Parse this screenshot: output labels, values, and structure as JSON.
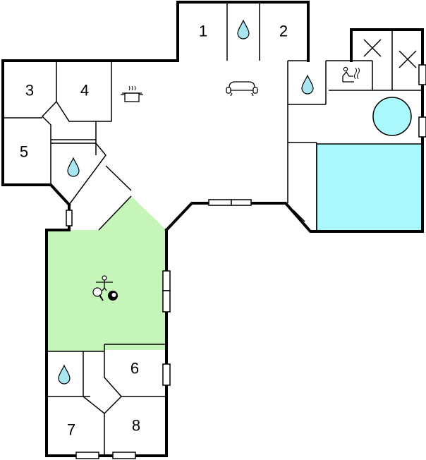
{
  "colors": {
    "games_room": "#c6f5b9",
    "pool": "#aaf8fb",
    "water_drop": "#a9e6f1",
    "wall": "#000000",
    "background": "#ffffff"
  },
  "rooms": [
    {
      "id": "room-1",
      "label": "1"
    },
    {
      "id": "room-2",
      "label": "2"
    },
    {
      "id": "room-3",
      "label": "3"
    },
    {
      "id": "room-4",
      "label": "4"
    },
    {
      "id": "room-5",
      "label": "5"
    },
    {
      "id": "room-6",
      "label": "6"
    },
    {
      "id": "room-7",
      "label": "7"
    },
    {
      "id": "room-8",
      "label": "8"
    }
  ],
  "icons": {
    "bathroom": "water-drop-icon",
    "kitchen": "cooking-pot-icon",
    "living": "sofa-icon",
    "sauna": "sauna-icon",
    "storage": "cross-box-icon",
    "games": "table-tennis-icon",
    "foosball": "foosball-icon",
    "billiards": "billiard-ball-icon",
    "spa": "whirlpool-icon",
    "pool": "indoor-pool-icon"
  }
}
